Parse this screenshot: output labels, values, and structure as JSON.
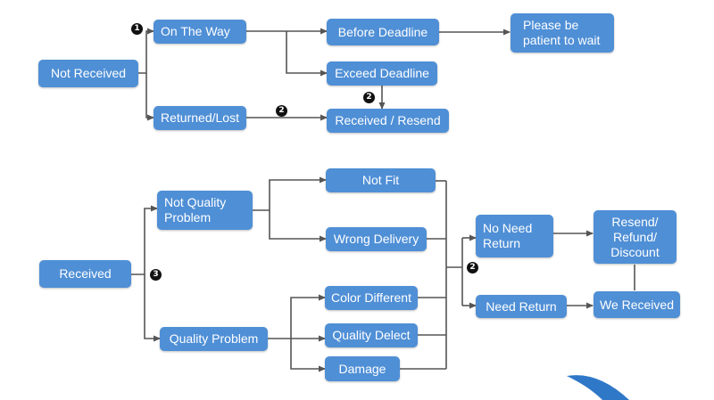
{
  "nodes": {
    "not_received": "Not   Received",
    "on_the_way": "On The Way",
    "returned_lost": "Returned/Lost",
    "before_deadline": "Before Deadline",
    "exceed_deadline": "Exceed Deadline",
    "received_resend": "Received / Resend",
    "please_wait": "Please be\npatient to wait",
    "received": "Received",
    "not_quality_problem": "Not   Quality\nProblem",
    "quality_problem": "Quality Problem",
    "not_fit": "Not Fit",
    "wrong_delivery": "Wrong Delivery",
    "color_different": "Color Different",
    "quality_defect": "Quality Delect",
    "damage": "Damage",
    "no_need_return": "No Need\nReturn",
    "need_return": "Need Return",
    "resend_refund_discount": "Resend/\nRefund/\nDiscount",
    "we_received": "We Received"
  },
  "badges": {
    "b1": "1",
    "b2_top": "2",
    "b2_mid": "2",
    "b3": "3",
    "b2_bottom": "2"
  },
  "colors": {
    "node_fill": "#4f8fd6",
    "connector": "#555555",
    "badge": "#111111"
  }
}
